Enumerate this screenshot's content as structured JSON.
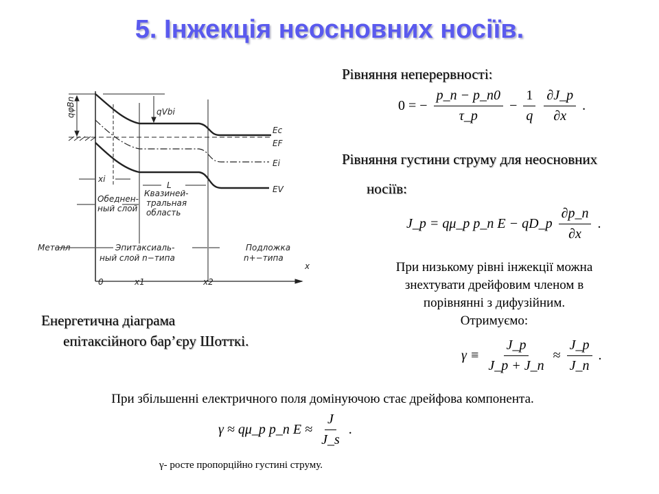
{
  "title": "5. Інжекція неосновних носіїв.",
  "continuity": {
    "heading": "Рівняння неперервності:",
    "lhs": "0 = −",
    "num": "p_n − p_n0",
    "den": "τ_p",
    "minus": "−",
    "one": "1",
    "q": "q",
    "dnum": "∂J_p",
    "dden": "∂x",
    "end": "."
  },
  "current": {
    "heading_line1": "Рівняння густини струму для неосновних",
    "heading_line2": "носіїв:",
    "lhs": "J_p = qμ_p p_n E − qD_p",
    "dnum": "∂p_n",
    "dden": "∂x",
    "end": "."
  },
  "low_injection": {
    "lines": [
      "При низькому рівні інжекції можна",
      "знехтувати дрейфовим членом в",
      "порівнянні з дифузійним.",
      "Отримуємо:"
    ]
  },
  "gamma1": {
    "lhs": "γ ≡",
    "num": "J_p",
    "den": "J_p + J_n",
    "approx": "≈",
    "num2": "J_p",
    "den2": "J_n",
    "end": "."
  },
  "caption": {
    "line1": "Енергетична діаграма",
    "line2": "епітаксійного бар’єру Шотткі."
  },
  "field_text": "При збільшенні електричного поля домінуючою стає дрейфова компонента.",
  "gamma2": {
    "lhs": "γ ≈ qμ_p p_n E ≈",
    "num": "J",
    "den": "J_s",
    "end": "."
  },
  "footnote": "γ- росте пропорційно густині струму.",
  "diagram": {
    "q_phi": "qφBn",
    "q_vbi": "qVbi",
    "Ec": "Ec",
    "EF": "EF",
    "Ei": "Ei",
    "Ev": "EV",
    "xi": "xi",
    "L": "L",
    "depletion": [
      "Обеднен-",
      "ный слой"
    ],
    "quasi": [
      "Квазиней-",
      "тральная",
      "область"
    ],
    "metal": "Металл",
    "epi": [
      "Эпитаксиаль-",
      "ный слой n−типа"
    ],
    "substrate": [
      "Подложка",
      "n+−типа"
    ],
    "zero": "0",
    "x1": "x1",
    "x2": "x2",
    "x": "x"
  }
}
